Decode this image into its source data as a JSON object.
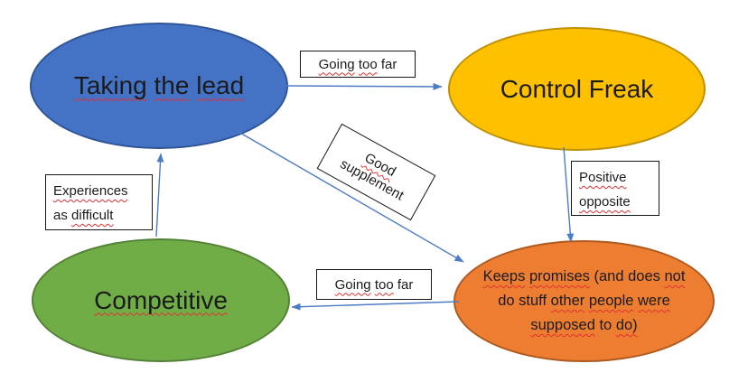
{
  "diagram": {
    "nodes": {
      "taking_the_lead": {
        "words": [
          "Taking",
          "the",
          "lead"
        ],
        "fill": "#4472C4",
        "border_color": "#2F5597"
      },
      "control_freak": {
        "label": "Control Freak",
        "fill": "#FFC000",
        "border_color": "#BF9000"
      },
      "competitive": {
        "words": [
          "Competitive"
        ],
        "fill": "#70AD47",
        "border_color": "#538135"
      },
      "keeps_promises": {
        "line1": [
          "Keeps",
          "promises",
          "(and",
          "does",
          "not"
        ],
        "line2": [
          "do",
          "stuff",
          "other",
          "people",
          "were"
        ],
        "line3": [
          "supposed",
          "to",
          "do)"
        ],
        "fill": "#ED7D31",
        "border_color": "#AE5A21"
      }
    },
    "edge_labels": {
      "going_too_far_top": {
        "words": [
          "Going",
          "too",
          "far"
        ]
      },
      "good_supplement": {
        "line1": "Good",
        "line2": "supplement"
      },
      "positive_opposite": {
        "line1": "Positive",
        "line2": "opposite"
      },
      "experiences_as_difficult": {
        "line1": "Experiences",
        "line2a": "as",
        "line2b": "difficult"
      },
      "going_too_far_bottom": {
        "words": [
          "Going",
          "too",
          "far"
        ]
      }
    },
    "colors": {
      "connector": "#4d7cc7",
      "squiggle": "#e03131",
      "text": "#1b1b1b"
    }
  }
}
